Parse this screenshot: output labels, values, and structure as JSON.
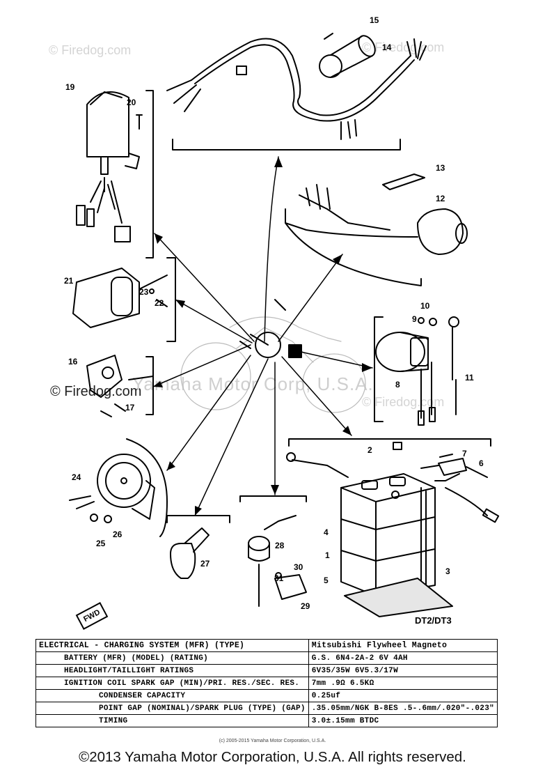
{
  "watermarks": {
    "top_left": "© Firedog.com",
    "top_right": "© Firedog.com",
    "mid_left": "© Firedog.com",
    "mid_right": "© Firedog.com",
    "center": "Yamaha Motor Corp, U.S.A."
  },
  "callouts": [
    "1",
    "2",
    "3",
    "4",
    "5",
    "6",
    "7",
    "8",
    "9",
    "10",
    "11",
    "12",
    "13",
    "14",
    "15",
    "16",
    "17",
    "19",
    "20",
    "21",
    "22",
    "23",
    "24",
    "25",
    "26",
    "27",
    "28",
    "29",
    "30",
    "31"
  ],
  "model_label": "DT2/DT3",
  "fwd_label": "FWD",
  "spec_table": {
    "rows": [
      {
        "label": "ELECTRICAL - CHARGING SYSTEM (MFR) (TYPE)",
        "value": "Mitsubishi    Flywheel Magneto"
      },
      {
        "label": "BATTERY (MFR) (MODEL) (RATING)",
        "value": "G.S. 6N4-2A-2     6V 4AH"
      },
      {
        "label": "HEADLIGHT/TAILLIGHT RATINGS",
        "value": "6V35/35W       6V5.3/17W"
      },
      {
        "label": "IGNITION COIL SPARK GAP (MIN)/PRI. RES./SEC. RES.",
        "value": "7mm      .9Ω        6.5KΩ"
      },
      {
        "label": "CONDENSER CAPACITY",
        "value": "0.25uf"
      },
      {
        "label": "POINT GAP (NOMINAL)/SPARK PLUG (TYPE) (GAP)",
        "value": ".35.05mm/NGK B-8ES .5-.6mm/.020\"-.023\""
      },
      {
        "label": "TIMING",
        "value": "3.0±.15mm BTDC"
      }
    ]
  },
  "small_copyright": "(c) 2005-2015 Yamaha Motor Corporation, U.S.A.",
  "footer": "©2013 Yamaha Motor Corporation, U.S.A. All rights reserved."
}
